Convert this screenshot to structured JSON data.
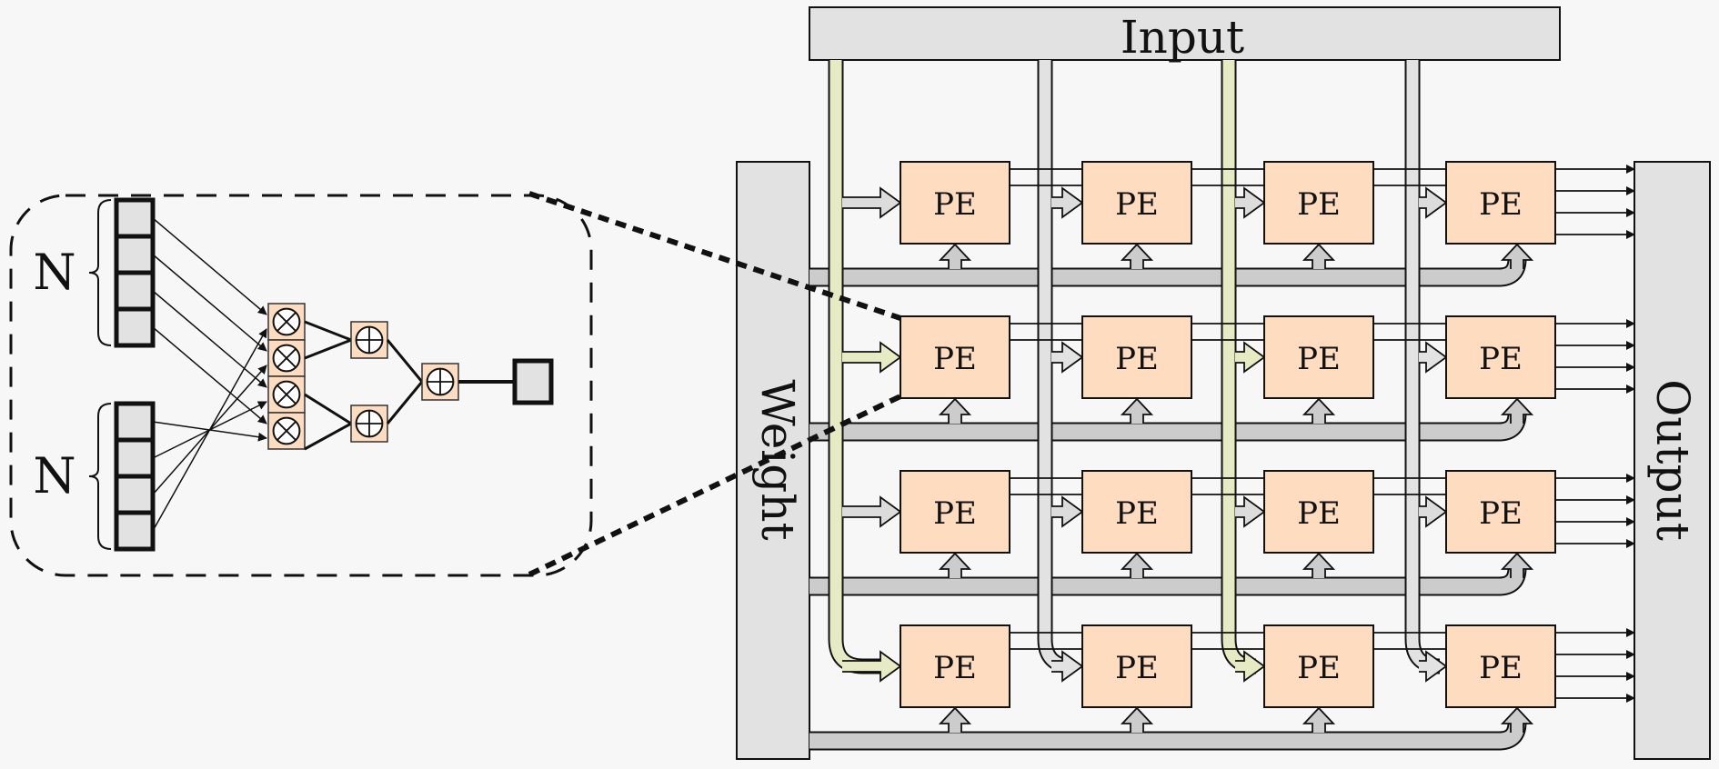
{
  "diagram": {
    "title": "Systolic array with PE detail",
    "input_label": "Input",
    "weight_label": "Weight",
    "output_label": "Output",
    "pe_label": "PE",
    "grid": {
      "rows": 4,
      "cols": 4
    },
    "input_bus_colors": [
      "#e6ebc4",
      "#e2e2e2",
      "#e6ebc4",
      "#e2e2e2"
    ],
    "colors": {
      "background": "#f7f7f7",
      "pe_fill": "#fddcc0",
      "bar_fill": "#e2e2e2",
      "weight_bus_fill": "#cccccc",
      "input_bus_green": "#e6ebc4",
      "stroke": "#111111"
    }
  },
  "detail": {
    "group_label_top": "N",
    "group_label_bottom": "N",
    "vector_cells_per_group": 4,
    "multipliers": 4,
    "multiplier_symbol": "⊗",
    "adder_symbol": "⊕",
    "adder_levels": [
      2,
      1
    ],
    "output_cells": 1
  }
}
